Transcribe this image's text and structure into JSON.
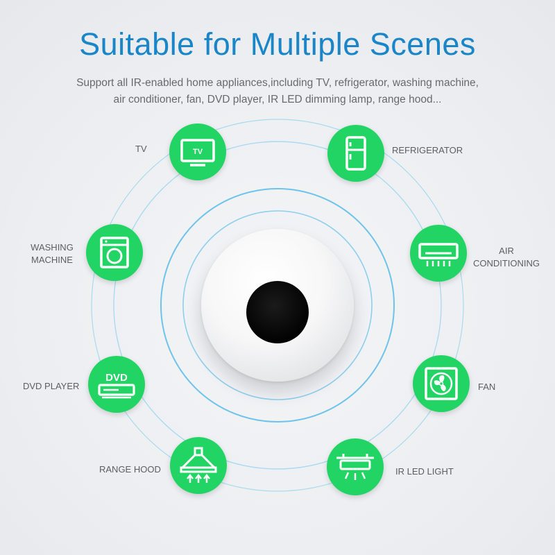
{
  "heading": {
    "title": "Suitable for Multiple Scenes",
    "subtitle_line1": "Support  all IR-enabled home appliances,including TV, refrigerator, washing machine,",
    "subtitle_line2": "air conditioner, fan, DVD player, IR LED dimming lamp, range hood..."
  },
  "colors": {
    "accent": "#1a86c8",
    "node_green": "#21d463",
    "ring_blue": "#9fd4ee"
  },
  "appliances": {
    "tv": {
      "label": "TV",
      "icon_text": "TV",
      "icon": "tv-icon"
    },
    "refrigerator": {
      "label": "REFRIGERATOR",
      "icon": "refrigerator-icon"
    },
    "washing_machine": {
      "label_line1": "WASHING",
      "label_line2": "MACHINE",
      "icon": "washing-machine-icon"
    },
    "air_conditioning": {
      "label_line1": "AIR",
      "label_line2": "CONDITIONING",
      "icon": "air-conditioner-icon"
    },
    "dvd_player": {
      "label": "DVD PLAYER",
      "icon_text": "DVD",
      "icon": "dvd-player-icon"
    },
    "fan": {
      "label": "FAN",
      "icon": "fan-icon"
    },
    "range_hood": {
      "label": "RANGE HOOD",
      "icon": "range-hood-icon"
    },
    "ir_led_light": {
      "label": "IR LED LIGHT",
      "icon": "led-light-icon"
    }
  }
}
